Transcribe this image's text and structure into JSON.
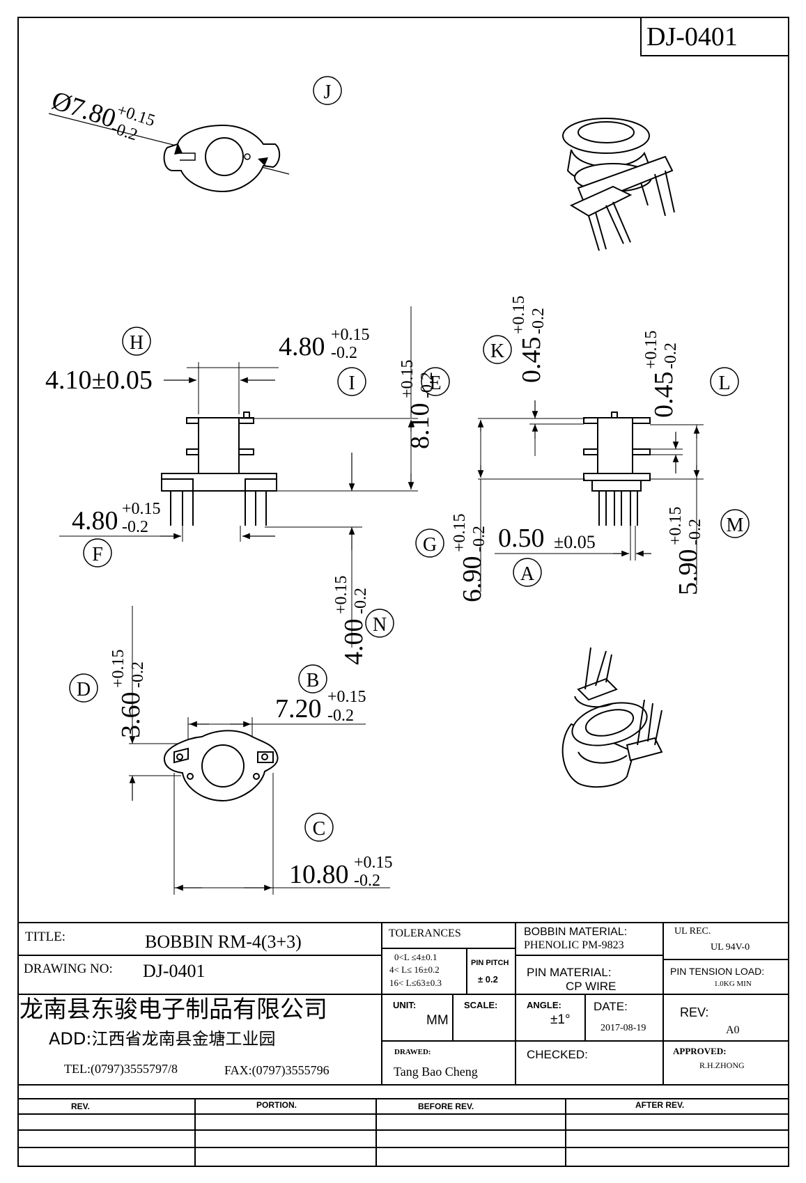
{
  "drawing_number_box": "DJ-0401",
  "views": {
    "top_view": {
      "label": "J",
      "dim_diameter": {
        "value": "Ø7.80",
        "upper": "+0.15",
        "lower": "-0.2"
      }
    },
    "front_view": {
      "label_H": "H",
      "dim_H": "4.10±0.05",
      "label_I": "I",
      "dim_I": {
        "value": "4.80",
        "upper": "+0.15",
        "lower": "-0.2"
      },
      "label_E": "E",
      "dim_E": {
        "value": "8.10",
        "upper": "+0.15",
        "lower": "-0.2"
      },
      "label_F": "F",
      "dim_F": {
        "value": "4.80",
        "upper": "+0.15",
        "lower": "-0.2"
      },
      "label_N": "N",
      "dim_N": {
        "value": "4.00",
        "upper": "+0.15",
        "lower": "-0.2"
      }
    },
    "side_view": {
      "label_K": "K",
      "dim_K": {
        "value": "0.45",
        "upper": "+0.15",
        "lower": "-0.2"
      },
      "label_L": "L",
      "dim_L": {
        "value": "0.45",
        "upper": "+0.15",
        "lower": "-0.2"
      },
      "label_G": "G",
      "dim_G": {
        "value": "6.90",
        "upper": "+0.15",
        "lower": "-0.2"
      },
      "label_A": "A",
      "dim_A": {
        "value": "0.50",
        "tol": "±0.05"
      },
      "label_M": "M",
      "dim_M": {
        "value": "5.90",
        "upper": "+0.15",
        "lower": "-0.2"
      }
    },
    "bottom_view": {
      "label_D": "D",
      "dim_D": {
        "value": "3.60",
        "upper": "+0.15",
        "lower": "-0.2"
      },
      "label_B": "B",
      "dim_B": {
        "value": "7.20",
        "upper": "+0.15",
        "lower": "-0.2"
      },
      "label_C": "C",
      "dim_C": {
        "value": "10.80",
        "upper": "+0.15",
        "lower": "-0.2"
      }
    }
  },
  "title_block": {
    "title_label": "TITLE:",
    "title_value": "BOBBIN RM-4(3+3)",
    "drawing_no_label": "DRAWING NO:",
    "drawing_no_value": "DJ-0401",
    "company": "龙南县东骏电子制品有限公司",
    "address": "ADD:江西省龙南县金塘工业园",
    "tel": "TEL:(0797)3555797/8",
    "fax": "FAX:(0797)3555796",
    "tolerances_label": "TOLERANCES",
    "tol_line1": "0<L ≤4±0.1",
    "tol_line2": "4< L≤  16±0.2",
    "tol_line3": "16< L≤63±0.3",
    "pin_pitch_label": "PIN PITCH",
    "pin_pitch_value": "± 0.2",
    "bobbin_material_label": "BOBBIN MATERIAL:",
    "bobbin_material_value": "PHENOLIC  PM-9823",
    "ul_rec_label": "UL REC.",
    "ul_rec_value": "UL  94V-0",
    "pin_material_label": "PIN MATERIAL:",
    "pin_material_value": "CP WIRE",
    "pin_tension_label": "PIN TENSION LOAD:",
    "pin_tension_value": "1.0KG MIN",
    "unit_label": "UNIT:",
    "unit_value": "MM",
    "scale_label": "SCALE:",
    "angle_label": "ANGLE:",
    "angle_value": "±1°",
    "date_label": "DATE:",
    "date_value": "2017-08-19",
    "rev_label": "REV:",
    "rev_value": "A0",
    "drawer_label": "DRAWED:",
    "drawer_value": "Tang Bao Cheng",
    "checked_label": "CHECKED:",
    "approved_label": "APPROVED:",
    "approved_value": "R.H.ZHONG"
  },
  "revision_table": {
    "headers": [
      "REV.",
      "PORTION.",
      "BEFORE REV.",
      "AFTER REV."
    ]
  }
}
